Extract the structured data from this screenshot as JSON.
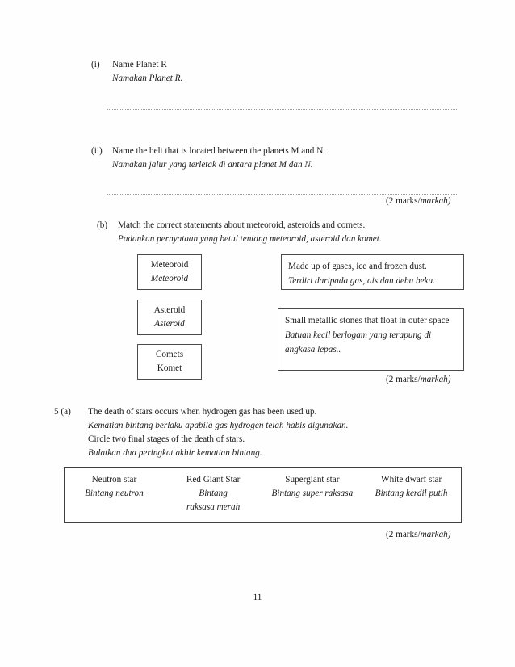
{
  "document": {
    "page_number": "11",
    "marks_notes": [
      {
        "english": "(2 marks/",
        "malay": "markah)"
      },
      {
        "english": "(2 marks/",
        "malay": "markah)"
      },
      {
        "english": "(2 marks/",
        "malay": "markah)"
      }
    ]
  },
  "question4": {
    "part_i": {
      "label": "(i)",
      "english": "Name Planet  R",
      "malay": "Namakan Planet R."
    },
    "part_ii": {
      "label": "(ii)",
      "english": "Name the  belt  that  is  located  between  the  planets  M and N.",
      "malay": "Namakan  jalur yang terletak di antara planet M dan N."
    },
    "part_b": {
      "label": "(b)",
      "english": "Match the correct statements  about meteoroid,  asteroids  and comets.",
      "malay": "Padankan pernyataan yang betul tentang meteoroid, asteroid dan komet."
    },
    "match_left": [
      {
        "english": "Meteoroid",
        "malay": "Meteoroid",
        "malay_italic": true
      },
      {
        "english": "Asteroid",
        "malay": "Asteroid",
        "malay_italic": true
      },
      {
        "english": "Comets",
        "malay": "Komet",
        "malay_italic": false
      }
    ],
    "match_right": [
      {
        "english": "Made up of gases, ice and frozen  dust.",
        "malay": "Terdiri daripada gas, ais dan debu beku."
      },
      {
        "english": "Small  metallic  stones that  float  in outer space",
        "malay": "Batuan kecil berlogam yang terapung di angkasa lepas.."
      }
    ]
  },
  "question5": {
    "label": "5 (a)",
    "line1_english": "The  death of stars occurs when hydrogen  gas has  been used up.",
    "line1_malay": "Kematian bintang berlaku apabila gas hydrogen telah habis digunakan.",
    "line2_english": "Circle  two  final  stages  of the death of stars.",
    "line2_malay": "Bulatkan dua peringkat akhir kematian bintang.",
    "star_options": [
      {
        "english": "Neutron star",
        "malay": "Bintang neutron"
      },
      {
        "english": "Red Giant  Star",
        "malay": "Bintang raksasa merah"
      },
      {
        "english": "Supergiant  star",
        "malay": "Bintang super raksasa"
      },
      {
        "english": "White  dwarf star",
        "malay": "Bintang kerdil putih"
      }
    ]
  }
}
